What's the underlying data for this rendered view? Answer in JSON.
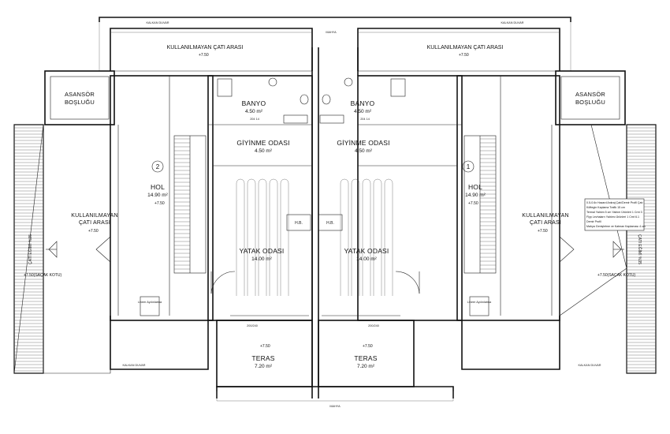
{
  "labels": {
    "kullanilmayan_cati_arasi": "KULLANILMAYAN ÇATI ARASI",
    "kullanilmayan": "KULLANILMAYAN",
    "cati_arasi": "ÇATI ARASI",
    "asansor": "ASANSÖR",
    "boslugu": "BOŞLUĞU",
    "banyo": "BANYO",
    "banyo_area": "4.50 m²",
    "giyinme_odasi": "GİYİNME ODASI",
    "giyinme_area": "4.50 m²",
    "hol": "HOL",
    "hol_area": "14.90 m²",
    "yatak_odasi": "YATAK ODASI",
    "yatak_area": "14.00 m²",
    "teras": "TERAS",
    "teras_area": "7.20 m²",
    "hb": "H.B.",
    "kalkan_duvar": "KALKAN DUVAR",
    "level_750": "+7.50",
    "level_saçak": "+7.50(SAÇAK KOTU)",
    "unit_left_number": "2",
    "unit_right_number": "1",
    "door_code": "204 14",
    "sill_code": "200/240",
    "mahya": "MAHYA",
    "cati_egimi": "ÇATI EĞİMİ %35",
    "linear_note": "Lineer Aydınlatma"
  },
  "legend_lines": [
    "0.5-0.6x Hazard Ankraj Çatı/Demir Profil Çatı",
    "Köftegin Kaplama Trafik 15 cm",
    "Termal Yalıtım 5 cm Yalıtım Ürünleri 1 Crnt 3",
    "Flyp Levhalarrı Yalıtımı Ürünleri 1 Crnt 6.1",
    "Demir Profil",
    "Mahya Genişletme ve Katman Kaplaması 4 cm"
  ]
}
